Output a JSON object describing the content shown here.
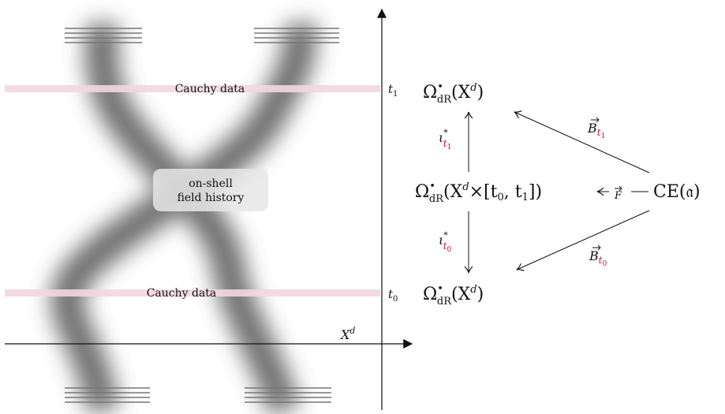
{
  "left_panel": {
    "cauchy_top": "Cauchy data",
    "cauchy_bottom": "Cauchy data",
    "history_line1": "on-shell",
    "history_line2": "field history",
    "x_axis_label": "X",
    "x_axis_sup": "d",
    "t1_label": "t",
    "t1_sub": "1",
    "t0_label": "t",
    "t0_sub": "0"
  },
  "diagram": {
    "omega": "Ω",
    "bullet": "•",
    "dR": "dR",
    "top_node_arg": "(X",
    "d": "d",
    "close": ")",
    "middle_node_arg": "(X",
    "middle_node_rest": "×[t",
    "middle_sub0": "0",
    "comma_t": ", t",
    "middle_sub1": "1",
    "middle_close": "])",
    "ce_node": "CE(𝔞)",
    "f_arrow_label": "F",
    "iota": "ι",
    "star": "*",
    "t": "t",
    "sub1": "1",
    "sub0": "0",
    "b_label": "B"
  },
  "colors": {
    "accent": "#c0134f",
    "cauchy_band": "#f3d6e0"
  }
}
